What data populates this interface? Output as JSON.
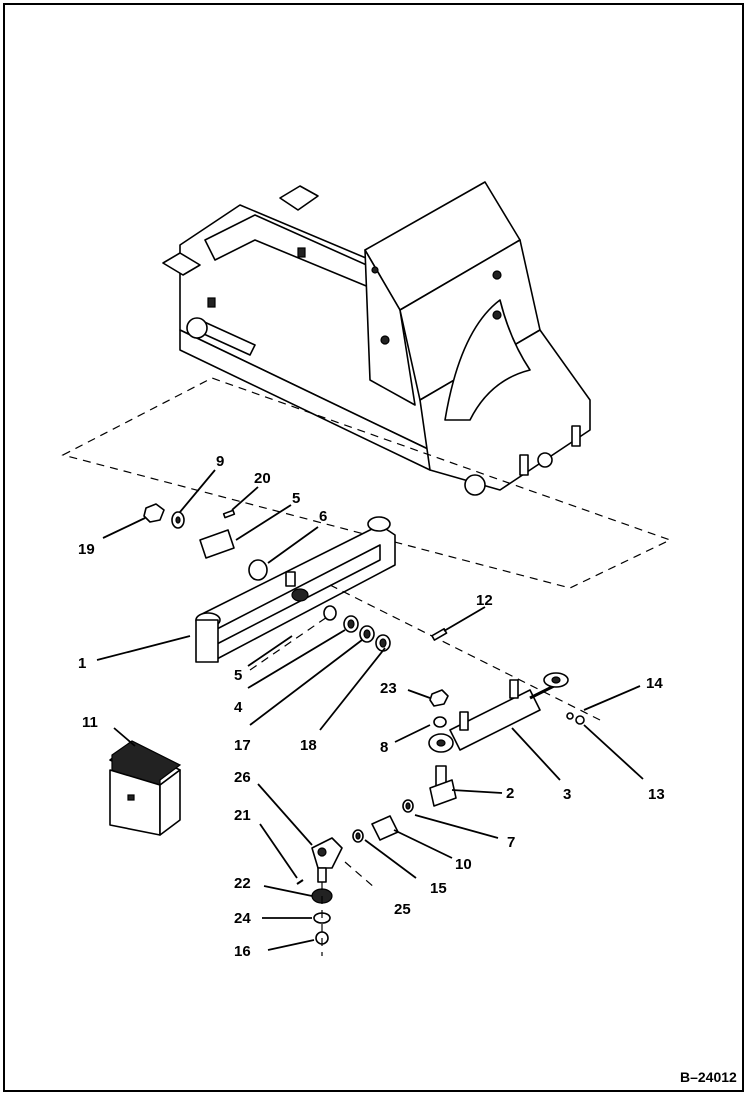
{
  "diagram": {
    "reference": "B–24012",
    "callouts": [
      {
        "id": "c1",
        "label": "1"
      },
      {
        "id": "c2",
        "label": "2"
      },
      {
        "id": "c3",
        "label": "3"
      },
      {
        "id": "c4",
        "label": "4"
      },
      {
        "id": "c5a",
        "label": "5"
      },
      {
        "id": "c5b",
        "label": "5"
      },
      {
        "id": "c6",
        "label": "6"
      },
      {
        "id": "c7",
        "label": "7"
      },
      {
        "id": "c8",
        "label": "8"
      },
      {
        "id": "c9",
        "label": "9"
      },
      {
        "id": "c10",
        "label": "10"
      },
      {
        "id": "c11",
        "label": "11"
      },
      {
        "id": "c12",
        "label": "12"
      },
      {
        "id": "c13",
        "label": "13"
      },
      {
        "id": "c14",
        "label": "14"
      },
      {
        "id": "c15",
        "label": "15"
      },
      {
        "id": "c16",
        "label": "16"
      },
      {
        "id": "c17",
        "label": "17"
      },
      {
        "id": "c18",
        "label": "18"
      },
      {
        "id": "c19",
        "label": "19"
      },
      {
        "id": "c20",
        "label": "20"
      },
      {
        "id": "c21",
        "label": "21"
      },
      {
        "id": "c22",
        "label": "22"
      },
      {
        "id": "c23",
        "label": "23"
      },
      {
        "id": "c24",
        "label": "24"
      },
      {
        "id": "c25",
        "label": "25"
      },
      {
        "id": "c26",
        "label": "26"
      }
    ]
  }
}
